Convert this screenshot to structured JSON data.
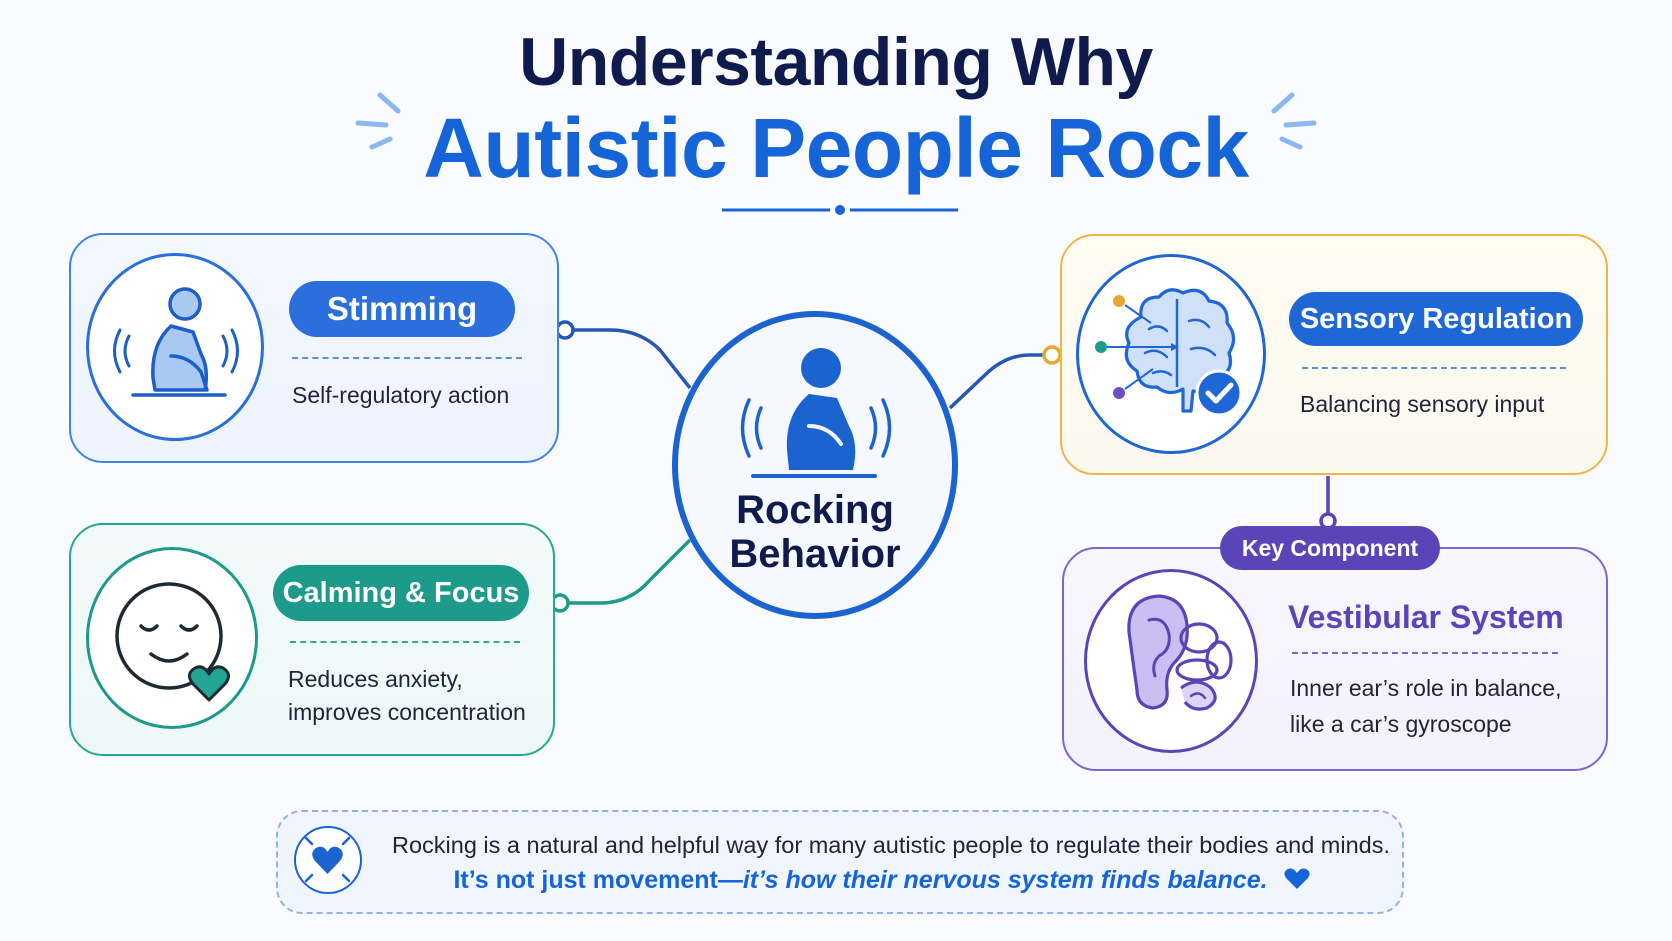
{
  "title": {
    "line1": "Understanding Why",
    "line2": "Autistic People Rock"
  },
  "center": {
    "label_line1": "Rocking",
    "label_line2": "Behavior",
    "icon": "person-rocking-icon"
  },
  "cards": {
    "stimming": {
      "label": "Stimming",
      "description": "Self-regulatory action",
      "icon": "person-rocking-icon",
      "color": "#2a6fdb"
    },
    "calming": {
      "label": "Calming & Focus",
      "description_line1": "Reduces anxiety,",
      "description_line2": "improves concentration",
      "icon": "calm-face-heart-icon",
      "color": "#1d9a8a"
    },
    "sensory": {
      "label": "Sensory Regulation",
      "description": "Balancing sensory input",
      "icon": "brain-check-icon",
      "color": "#1f66d6"
    },
    "vestibular": {
      "badge": "Key Component",
      "label": "Vestibular System",
      "description_line1": "Inner ear’s role in balance,",
      "description_line2": "like a car’s gyroscope",
      "icon": "inner-ear-icon",
      "color": "#5a45b8"
    }
  },
  "note": {
    "line1": "Rocking is a natural and helpful way for many autistic people to regulate their bodies and minds.",
    "line2_a": "It’s not just movement—",
    "line2_b": "it’s how their nervous system finds balance.",
    "icon": "heart-icon"
  }
}
